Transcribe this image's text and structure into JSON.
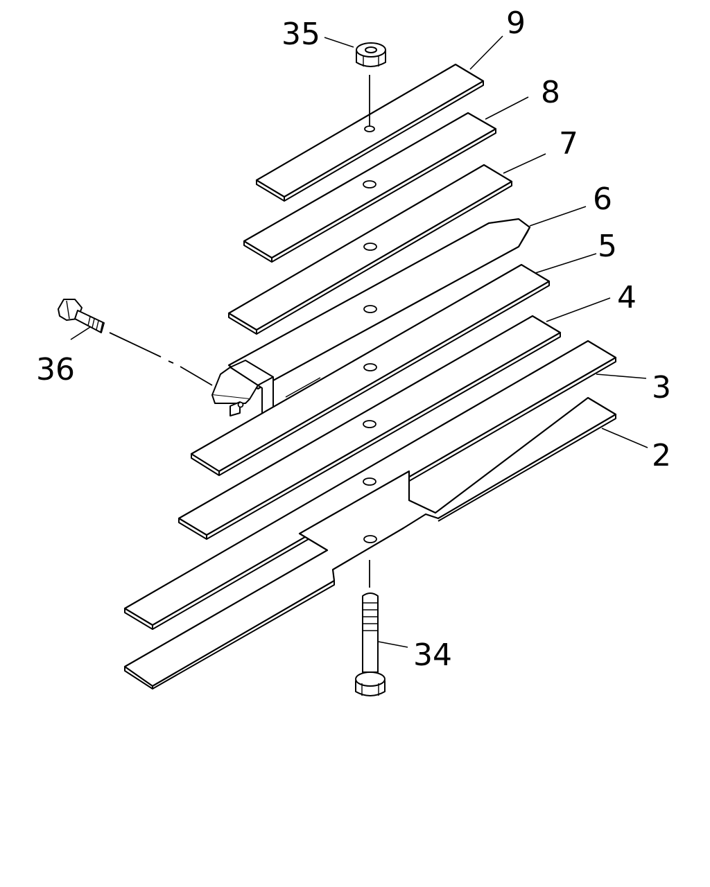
{
  "callouts": {
    "c2": "2",
    "c3": "3",
    "c4": "4",
    "c5": "5",
    "c6": "6",
    "c7": "7",
    "c8": "8",
    "c9": "9",
    "c34": "34",
    "c35": "35",
    "c36": "36"
  },
  "colors": {
    "line": "#000000",
    "background": "#ffffff"
  },
  "parts": [
    "leaf-2",
    "leaf-3",
    "leaf-4",
    "leaf-5",
    "leaf-6",
    "leaf-7",
    "leaf-8",
    "leaf-9",
    "center-bolt-34",
    "nut-35",
    "bolt-36",
    "clamp-bracket"
  ]
}
